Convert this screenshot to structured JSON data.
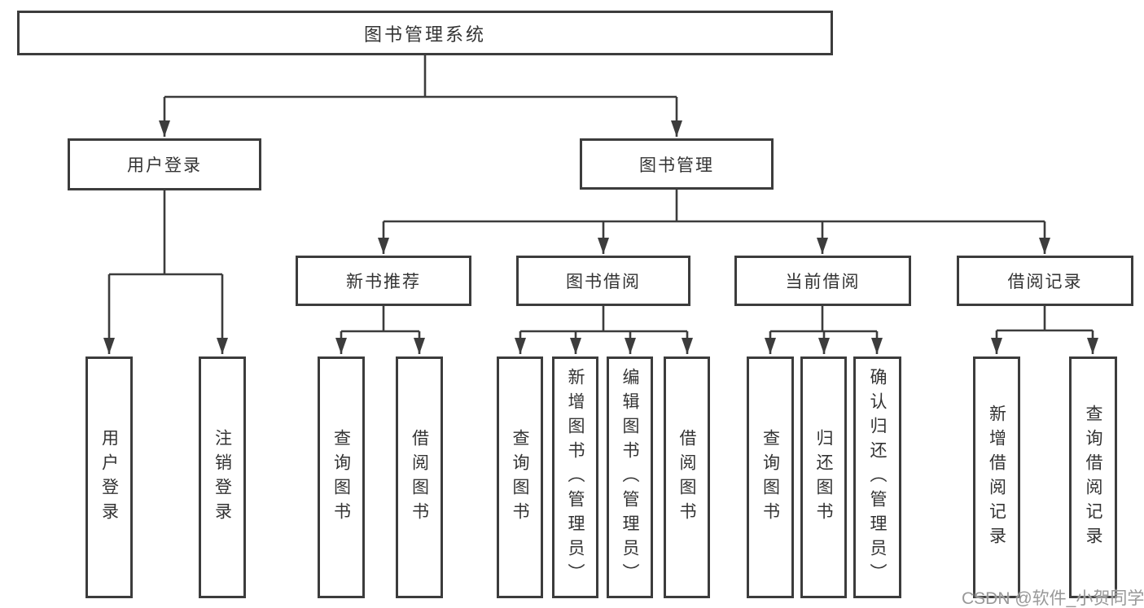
{
  "diagram": {
    "title": "图书管理系统",
    "colors": {
      "line": "#3c3c3c",
      "border": "#3c3c3c",
      "text": "#333333",
      "background": "#ffffff",
      "watermark": "#989898"
    }
  },
  "watermark": "CSDN @软件_小贺同学",
  "nodes": {
    "root": {
      "label": "图书管理系统"
    },
    "user_login": {
      "label": "用户登录"
    },
    "book_mgmt": {
      "label": "图书管理"
    },
    "new_books": {
      "label": "新书推荐"
    },
    "book_borrow": {
      "label": "图书借阅"
    },
    "current_borrow": {
      "label": "当前借阅"
    },
    "borrow_records": {
      "label": "借阅记录"
    },
    "leaf_user_login": {
      "label": "用户登录"
    },
    "leaf_logout": {
      "label": "注销登录"
    },
    "leaf_nb_query": {
      "label": "查询图书"
    },
    "leaf_nb_borrow": {
      "label": "借阅图书"
    },
    "leaf_bb_query": {
      "label": "查询图书"
    },
    "leaf_bb_add": {
      "label": "新增图书（管理员）"
    },
    "leaf_bb_edit": {
      "label": "编辑图书（管理员）"
    },
    "leaf_bb_borrow": {
      "label": "借阅图书"
    },
    "leaf_cb_query": {
      "label": "查询图书"
    },
    "leaf_cb_return": {
      "label": "归还图书"
    },
    "leaf_cb_confirm": {
      "label": "确认归还（管理员）"
    },
    "leaf_br_add": {
      "label": "新增借阅记录"
    },
    "leaf_br_query": {
      "label": "查询借阅记录"
    }
  },
  "tree": {
    "root": "图书管理系统",
    "children": [
      {
        "label": "用户登录",
        "children": [
          "用户登录",
          "注销登录"
        ]
      },
      {
        "label": "图书管理",
        "children": [
          {
            "label": "新书推荐",
            "children": [
              "查询图书",
              "借阅图书"
            ]
          },
          {
            "label": "图书借阅",
            "children": [
              "查询图书",
              "新增图书（管理员）",
              "编辑图书（管理员）",
              "借阅图书"
            ]
          },
          {
            "label": "当前借阅",
            "children": [
              "查询图书",
              "归还图书",
              "确认归还（管理员）"
            ]
          },
          {
            "label": "借阅记录",
            "children": [
              "新增借阅记录",
              "查询借阅记录"
            ]
          }
        ]
      }
    ]
  }
}
